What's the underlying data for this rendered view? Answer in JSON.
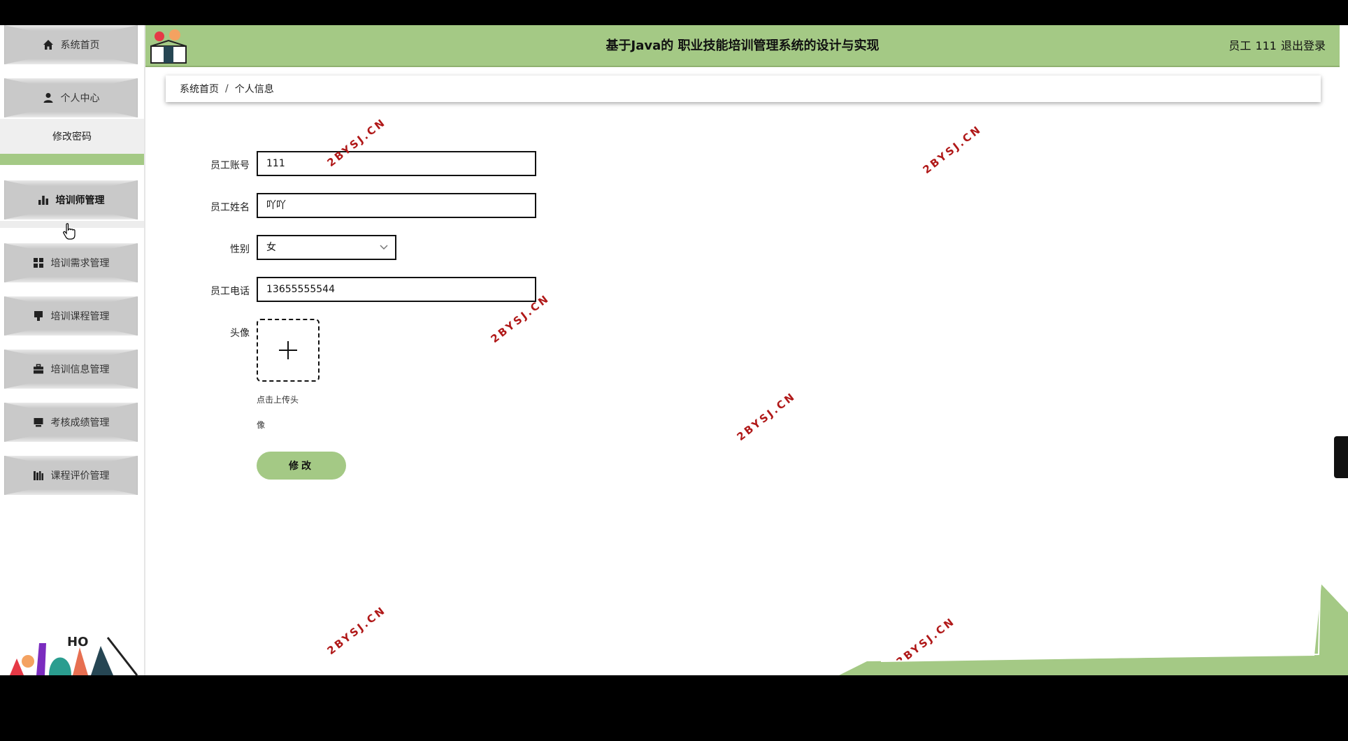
{
  "header": {
    "title": "基于Java的 职业技能培训管理系统的设计与实现",
    "role": "员工",
    "username": "111",
    "logout_label": "退出登录"
  },
  "sidebar": {
    "items": [
      {
        "label": "系统首页",
        "icon": "home-icon"
      },
      {
        "label": "个人中心",
        "icon": "user-icon"
      },
      {
        "label": "培训师管理",
        "icon": "bar-chart-icon"
      },
      {
        "label": "培训需求管理",
        "icon": "grid-icon"
      },
      {
        "label": "培训课程管理",
        "icon": "book-icon"
      },
      {
        "label": "培训信息管理",
        "icon": "briefcase-icon"
      },
      {
        "label": "考核成绩管理",
        "icon": "monitor-icon"
      },
      {
        "label": "课程评价管理",
        "icon": "books-icon"
      }
    ],
    "submenu_label": "修改密码"
  },
  "breadcrumb": {
    "home": "系统首页",
    "separator": "/",
    "current": "个人信息"
  },
  "form": {
    "account_label": "员工账号",
    "account_value": "111",
    "name_label": "员工姓名",
    "name_value": "吖吖",
    "gender_label": "性别",
    "gender_value": "女",
    "phone_label": "员工电话",
    "phone_value": "13655555544",
    "avatar_label": "头像",
    "upload_tip_line1": "点击上传头",
    "upload_tip_line2": "像",
    "submit_label": "修改"
  },
  "watermark_text": "2BYSJ.CN",
  "colors": {
    "accent_green": "#a4c985",
    "watermark_red": "#b01818",
    "menu_gray": "#c9c9c9"
  }
}
